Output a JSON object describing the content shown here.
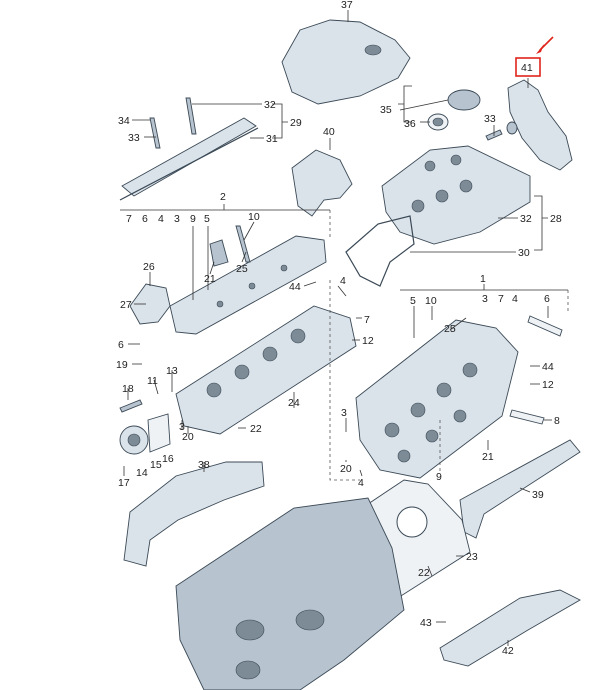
{
  "diagram": {
    "highlight": {
      "label": "41",
      "color": "#e0241b"
    },
    "callouts": {
      "c1": "1",
      "c2": "2",
      "c3": "3",
      "c3b": "3",
      "c3c": "3",
      "c4": "4",
      "c4b": "4",
      "c5": "5",
      "c5b": "5",
      "c6": "6",
      "c6b": "6",
      "c6c": "6",
      "c7": "7",
      "c7b": "7",
      "c7c": "7",
      "c8": "8",
      "c9": "9",
      "c9b": "9",
      "c10": "10",
      "c10b": "10",
      "c11": "11",
      "c12": "12",
      "c12b": "12",
      "c13": "13",
      "c14": "14",
      "c15": "15",
      "c16": "16",
      "c17": "17",
      "c18": "18",
      "c19": "19",
      "c20": "20",
      "c20b": "20",
      "c21": "21",
      "c21b": "21",
      "c22": "22",
      "c22b": "22",
      "c23": "23",
      "c24": "24",
      "c25": "25",
      "c25b": "25",
      "c26": "26",
      "c27": "27",
      "c28": "28",
      "c29": "29",
      "c30": "30",
      "c31": "31",
      "c32": "32",
      "c32b": "32",
      "c33": "33",
      "c33b": "33",
      "c34": "34",
      "c35": "35",
      "c36": "36",
      "c37": "37",
      "c38": "38",
      "c39": "39",
      "c40": "40",
      "c42": "42",
      "c43": "43",
      "c44": "44",
      "c44b": "44"
    },
    "colors": {
      "part_fill": "#dbe3ea",
      "part_stroke": "#3b4a57",
      "leader": "#333333"
    }
  }
}
